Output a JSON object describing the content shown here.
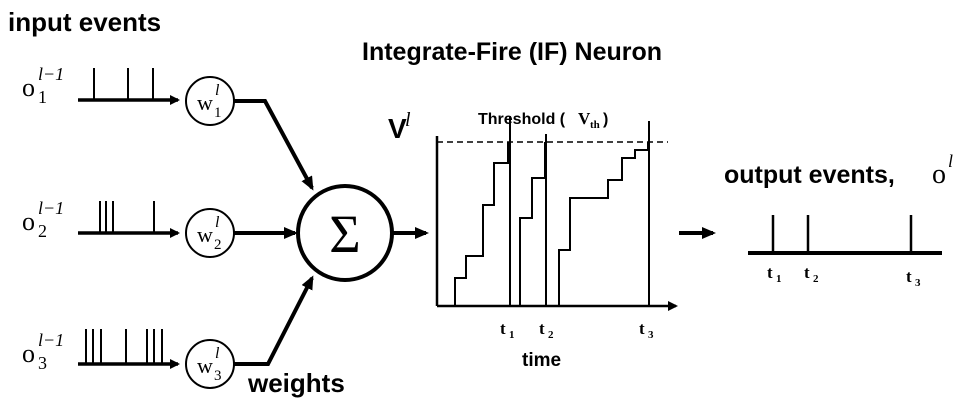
{
  "labels": {
    "input_events": "input events",
    "weights": "weights",
    "neuron_title": "Integrate-Fire (IF) Neuron",
    "threshold_text": "Threshold (",
    "threshold_sym": "V",
    "threshold_sub": "th",
    "threshold_close": ")",
    "voltage_sym": "V",
    "voltage_sup": "l",
    "time_label": "time",
    "output_text": "output events, ",
    "output_sym": "o",
    "output_sup": "l",
    "sum_symbol": "Σ"
  },
  "inputs": [
    {
      "sym": "o",
      "sub": "1",
      "sup": "l−1"
    },
    {
      "sym": "o",
      "sub": "2",
      "sup": "l−1"
    },
    {
      "sym": "o",
      "sub": "3",
      "sup": "l−1"
    }
  ],
  "weight_nodes": [
    {
      "sym": "w",
      "sub": "1",
      "sup": "l"
    },
    {
      "sym": "w",
      "sub": "2",
      "sup": "l"
    },
    {
      "sym": "w",
      "sub": "3",
      "sup": "l"
    }
  ],
  "spike_times": [
    {
      "sym": "t",
      "sub": "1"
    },
    {
      "sym": "t",
      "sub": "2"
    },
    {
      "sym": "t",
      "sub": "3"
    }
  ],
  "output_times": [
    {
      "sym": "t",
      "sub": "1"
    },
    {
      "sym": "t",
      "sub": "2"
    },
    {
      "sym": "t",
      "sub": "3"
    }
  ],
  "icons": {
    "sum": "summation-node",
    "arrow": "arrow-right"
  }
}
